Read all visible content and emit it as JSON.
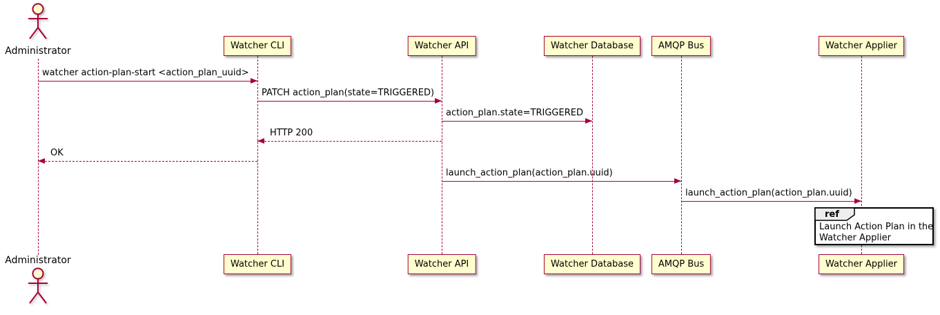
{
  "diagram": {
    "type": "sequence",
    "colors": {
      "line": "#A80036",
      "participant_fill": "#FEFECE",
      "ref_tab_fill": "#EEEEEE",
      "ref_border": "#000000",
      "text": "#000000",
      "background": "#FFFFFF"
    },
    "actor": {
      "name": "Administrator"
    },
    "participants": [
      {
        "label": "Watcher CLI"
      },
      {
        "label": "Watcher API"
      },
      {
        "label": "Watcher Database"
      },
      {
        "label": "AMQP Bus"
      },
      {
        "label": "Watcher Applier"
      }
    ],
    "messages": [
      {
        "label": "watcher action-plan-start <action_plan_uuid>",
        "from": "Administrator",
        "to": "Watcher CLI",
        "line": "solid",
        "direction": "right"
      },
      {
        "label": "PATCH action_plan(state=TRIGGERED)",
        "from": "Watcher CLI",
        "to": "Watcher API",
        "line": "solid",
        "direction": "right"
      },
      {
        "label": "action_plan.state=TRIGGERED",
        "from": "Watcher API",
        "to": "Watcher Database",
        "line": "solid",
        "direction": "right"
      },
      {
        "label": "HTTP 200",
        "from": "Watcher API",
        "to": "Watcher CLI",
        "line": "dashed",
        "direction": "left"
      },
      {
        "label": "OK",
        "from": "Watcher CLI",
        "to": "Administrator",
        "line": "dashed",
        "direction": "left"
      },
      {
        "label": "launch_action_plan(action_plan.uuid)",
        "from": "Watcher API",
        "to": "AMQP Bus",
        "line": "solid",
        "direction": "right"
      },
      {
        "label": "launch_action_plan(action_plan.uuid)",
        "from": "AMQP Bus",
        "to": "Watcher Applier",
        "line": "solid",
        "direction": "right"
      }
    ],
    "ref": {
      "keyword": "ref",
      "line1": "Launch Action Plan in the",
      "line2": "Watcher Applier"
    }
  }
}
